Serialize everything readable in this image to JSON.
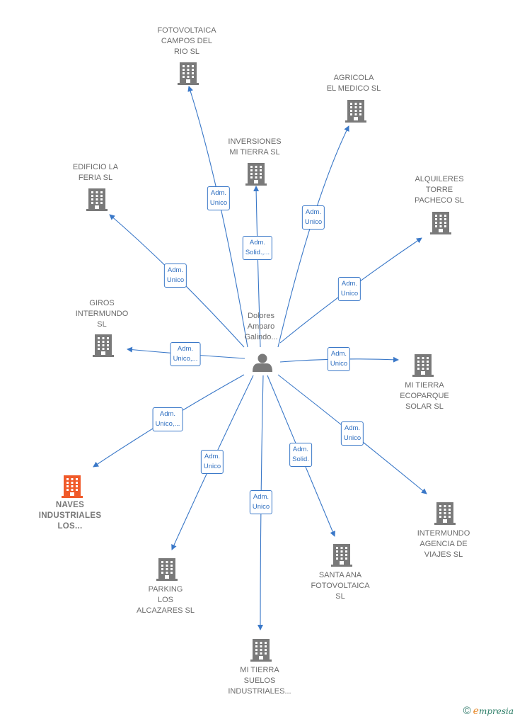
{
  "person": {
    "name_lines": [
      "Dolores",
      "Amparo",
      "Galindo..."
    ],
    "icon": "person-icon"
  },
  "companies": [
    {
      "id": "fotovoltaica-campos",
      "lines": [
        "FOTOVOLTAICA",
        "CAMPOS DEL",
        "RIO  SL"
      ],
      "highlight": false,
      "icon": "building-icon"
    },
    {
      "id": "agricola-el-medico",
      "lines": [
        "AGRICOLA",
        "EL MEDICO  SL"
      ],
      "highlight": false,
      "icon": "building-icon"
    },
    {
      "id": "inversiones-mi-tierra",
      "lines": [
        "INVERSIONES",
        "MI TIERRA  SL"
      ],
      "highlight": false,
      "icon": "building-icon"
    },
    {
      "id": "edificio-la-feria",
      "lines": [
        "EDIFICIO LA",
        "FERIA  SL"
      ],
      "highlight": false,
      "icon": "building-icon"
    },
    {
      "id": "alquileres-torre",
      "lines": [
        "ALQUILERES",
        "TORRE",
        "PACHECO  SL"
      ],
      "highlight": false,
      "icon": "building-icon"
    },
    {
      "id": "giros-intermundo",
      "lines": [
        "GIROS",
        "INTERMUNDO",
        "SL"
      ],
      "highlight": false,
      "icon": "building-icon"
    },
    {
      "id": "mi-tierra-ecoparque",
      "lines": [
        "MI TIERRA",
        "ECOPARQUE",
        "SOLAR SL"
      ],
      "highlight": false,
      "icon": "building-icon"
    },
    {
      "id": "naves-industriales",
      "lines": [
        "NAVES",
        "INDUSTRIALES",
        "LOS..."
      ],
      "highlight": true,
      "icon": "building-icon"
    },
    {
      "id": "intermundo-agencia",
      "lines": [
        "INTERMUNDO",
        "AGENCIA DE",
        "VIAJES SL"
      ],
      "highlight": false,
      "icon": "building-icon"
    },
    {
      "id": "parking-los-alcazares",
      "lines": [
        "PARKING",
        "LOS",
        "ALCAZARES  SL"
      ],
      "highlight": false,
      "icon": "building-icon"
    },
    {
      "id": "santa-ana-fotovoltaica",
      "lines": [
        "SANTA ANA",
        "FOTOVOLTAICA",
        "SL"
      ],
      "highlight": false,
      "icon": "building-icon"
    },
    {
      "id": "mi-tierra-suelos",
      "lines": [
        "MI TIERRA",
        "SUELOS",
        "INDUSTRIALES..."
      ],
      "highlight": false,
      "icon": "building-icon"
    }
  ],
  "relations": [
    {
      "target": "fotovoltaica-campos",
      "lines": [
        "Adm.",
        "Unico"
      ]
    },
    {
      "target": "agricola-el-medico",
      "lines": [
        "Adm.",
        "Unico"
      ]
    },
    {
      "target": "inversiones-mi-tierra",
      "lines": [
        "Adm.",
        "Solid.,..."
      ]
    },
    {
      "target": "edificio-la-feria",
      "lines": [
        "Adm.",
        "Unico"
      ]
    },
    {
      "target": "alquileres-torre",
      "lines": [
        "Adm.",
        "Unico"
      ]
    },
    {
      "target": "giros-intermundo",
      "lines": [
        "Adm.",
        "Unico,..."
      ]
    },
    {
      "target": "mi-tierra-ecoparque",
      "lines": [
        "Adm.",
        "Unico"
      ]
    },
    {
      "target": "naves-industriales",
      "lines": [
        "Adm.",
        "Unico,..."
      ]
    },
    {
      "target": "intermundo-agencia",
      "lines": [
        "Adm.",
        "Unico"
      ]
    },
    {
      "target": "parking-los-alcazares",
      "lines": [
        "Adm.",
        "Unico"
      ]
    },
    {
      "target": "santa-ana-fotovoltaica",
      "lines": [
        "Adm.",
        "Solid."
      ]
    },
    {
      "target": "mi-tierra-suelos",
      "lines": [
        "Adm.",
        "Unico"
      ]
    }
  ],
  "colors": {
    "edge": "#3a78c8",
    "building": "#7a7a7a",
    "building_highlight": "#f05a2a",
    "person": "#7a7a7a"
  },
  "footer": {
    "copyright": "©",
    "brand_initial": "e",
    "brand_rest": "mpresia"
  }
}
